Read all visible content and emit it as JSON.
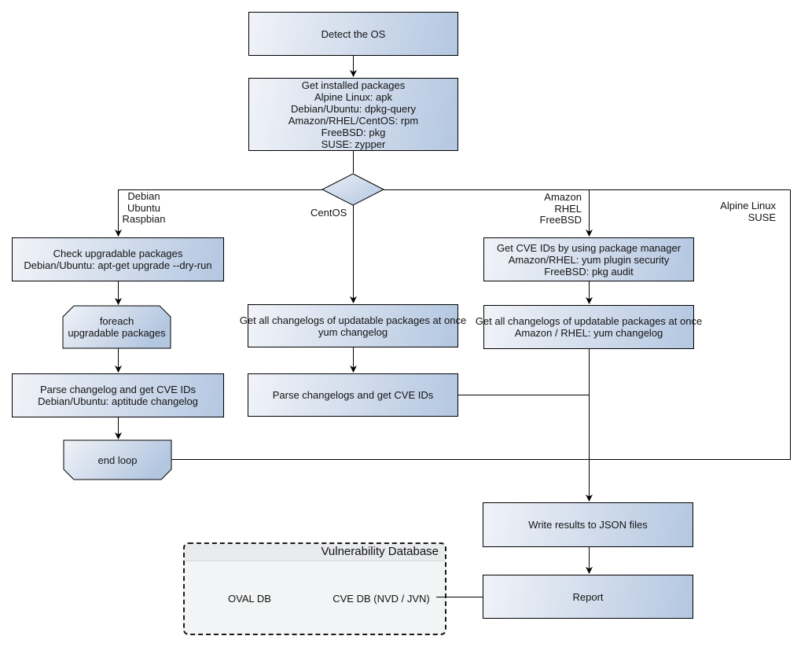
{
  "colors": {
    "node_border": "#000000",
    "node_gradient_start": "#f1f3f8",
    "node_gradient_end": "#b4c7e1",
    "connector": "#000000",
    "db_container_bg": "#f3f4f5",
    "db_header_bg": "#e9eaec",
    "text": "#141414",
    "background": "#ffffff"
  },
  "nodes": {
    "detect_os": {
      "label": "Detect the OS"
    },
    "get_installed_packages": {
      "lines": [
        "Get installed packages",
        "Alpine Linux: apk",
        "Debian/Ubuntu: dpkg-query",
        "Amazon/RHEL/CentOS: rpm",
        "FreeBSD: pkg",
        "SUSE: zypper"
      ]
    },
    "check_upgradable": {
      "lines": [
        "Check upgradable packages",
        "Debian/Ubuntu: apt-get upgrade --dry-run"
      ]
    },
    "foreach_loop": {
      "lines": [
        "foreach",
        "upgradable  packages"
      ]
    },
    "parse_changelog_debian": {
      "lines": [
        "Parse changelog and get  CVE IDs",
        "Debian/Ubuntu: aptitude changelog"
      ]
    },
    "end_loop": {
      "label": "end loop"
    },
    "get_changelogs_centos": {
      "lines": [
        "Get all changelogs of updatable packages at once",
        "yum changelog"
      ]
    },
    "parse_changelogs_centos": {
      "label": "Parse changelogs and get CVE IDs"
    },
    "get_cve_ids_pkg_manager": {
      "lines": [
        "Get CVE IDs by using package manager",
        "Amazon/RHEL: yum plugin security",
        "FreeBSD: pkg audit"
      ]
    },
    "get_changelogs_amazon": {
      "lines": [
        "Get all changelogs of updatable packages at once",
        "Amazon / RHEL: yum changelog"
      ]
    },
    "write_results": {
      "label": "Write results to JSON files"
    },
    "report": {
      "label": "Report"
    }
  },
  "branch_labels": {
    "left": [
      "Debian",
      "Ubuntu",
      "Raspbian"
    ],
    "center": "CentOS",
    "right": [
      "Amazon",
      "RHEL",
      "FreeBSD"
    ],
    "far_right": [
      "Alpine Linux",
      "SUSE"
    ]
  },
  "database": {
    "title": "Vulnerability Database",
    "oval_db": "OVAL DB",
    "cve_db": "CVE DB (NVD / JVN)"
  }
}
